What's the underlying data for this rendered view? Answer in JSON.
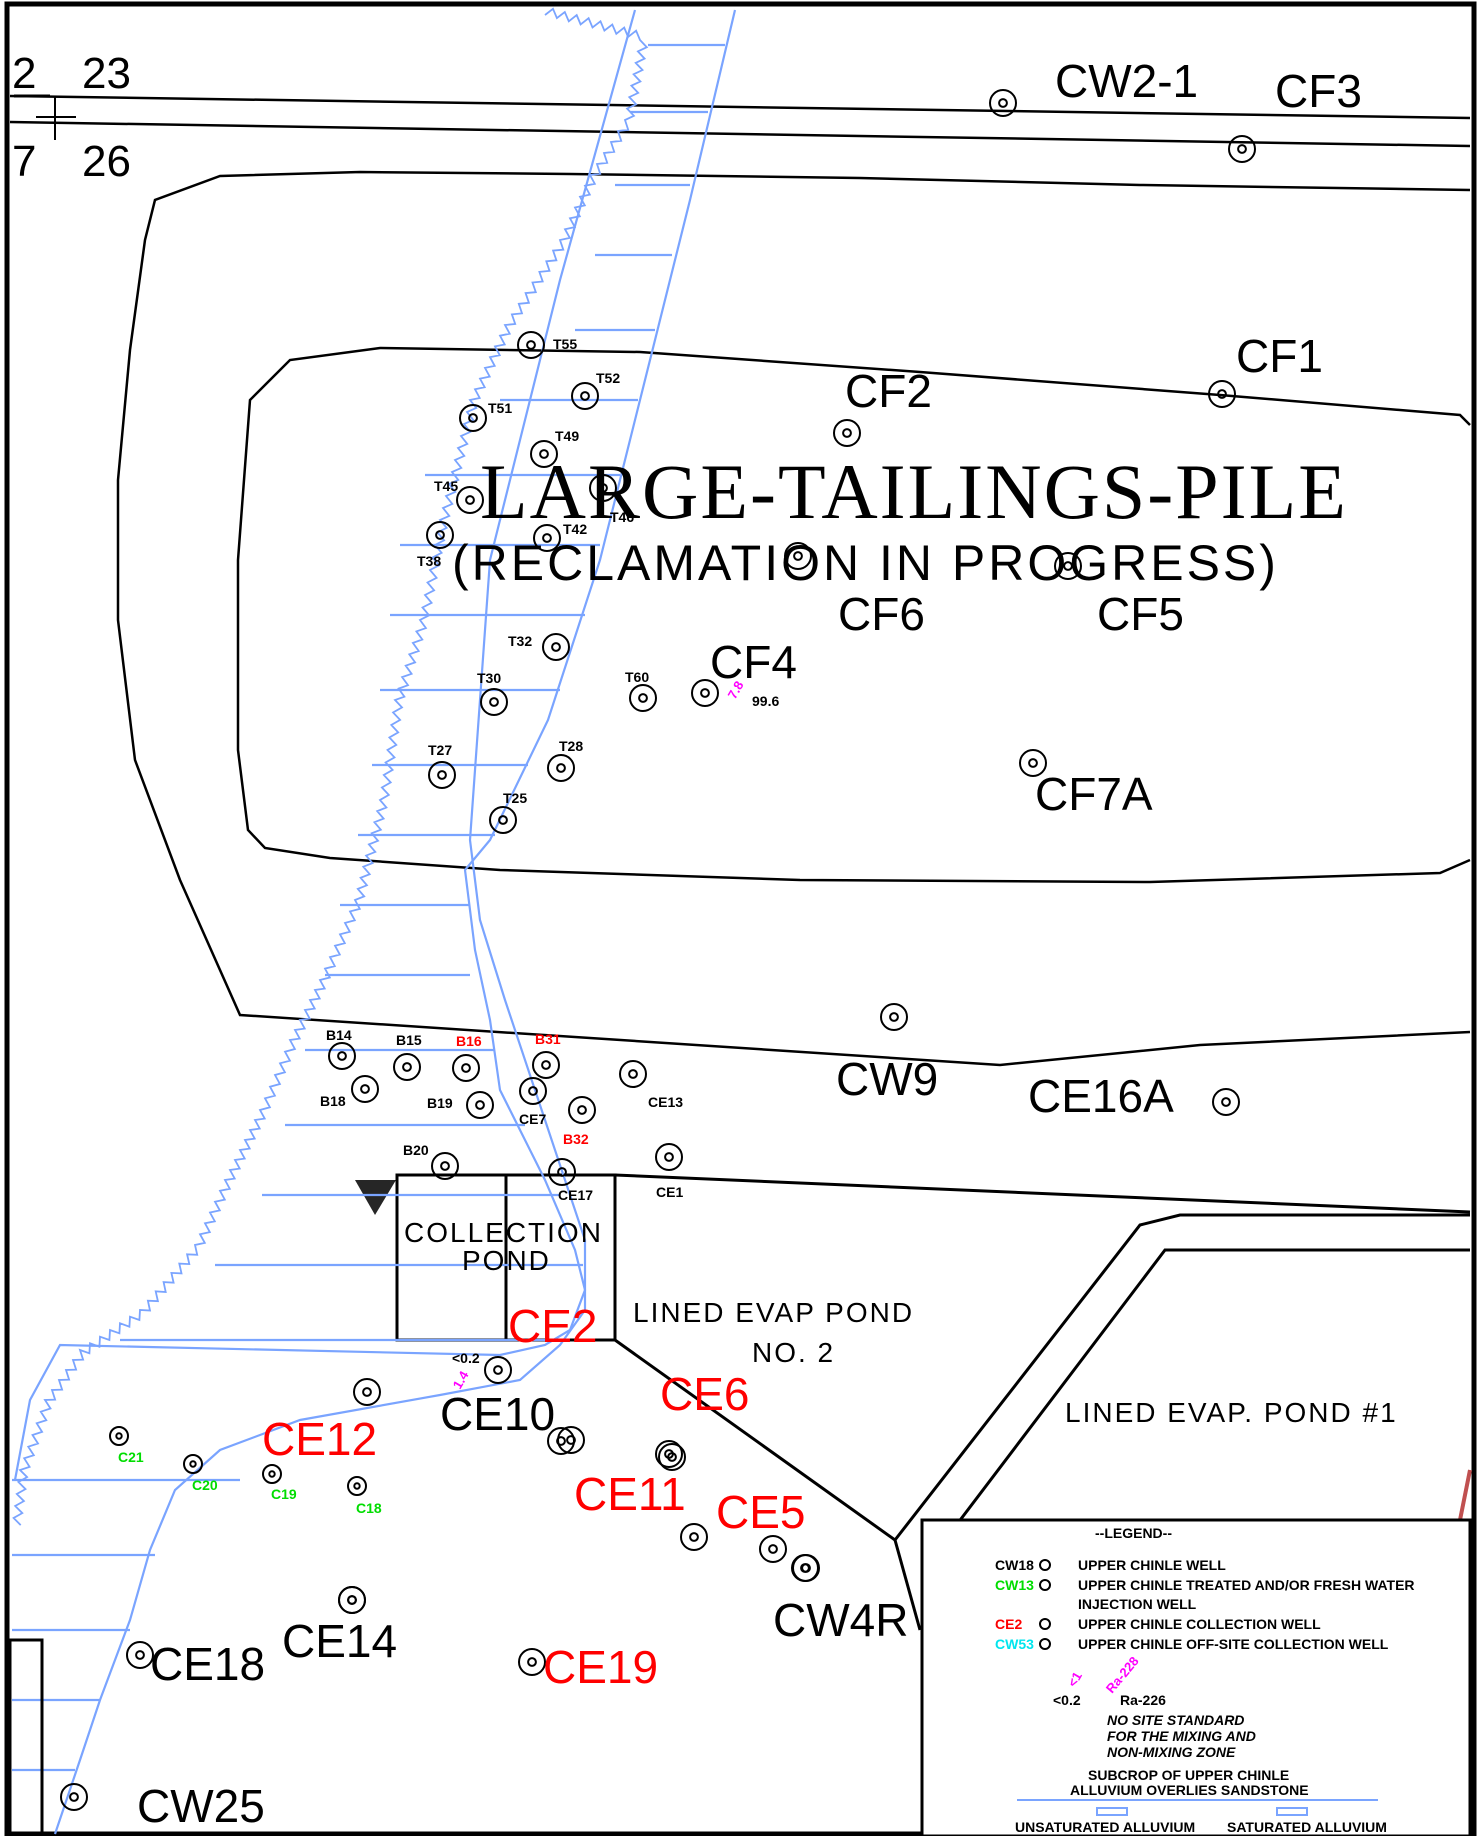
{
  "grid_labels": [
    "2",
    "23",
    "7",
    "26"
  ],
  "title": "LARGE-TAILINGS-PILE",
  "subtitle": "(RECLAMATION IN PROGRESS)",
  "ponds": {
    "collection_line1": "COLLECTION",
    "collection_line2": "POND",
    "evap2_line1": "LINED EVAP POND",
    "evap2_line2": "NO. 2",
    "evap1": "LINED EVAP. POND #1"
  },
  "colors": {
    "black": "#000000",
    "red": "#ff0000",
    "green": "#00dd00",
    "cyan": "#00e5ee",
    "magenta": "#ff00ff",
    "blue_line": "#7aa4ff"
  },
  "wells_large": [
    {
      "id": "CW2-1",
      "color": "black"
    },
    {
      "id": "CF3",
      "color": "black"
    },
    {
      "id": "CF1",
      "color": "black"
    },
    {
      "id": "CF2",
      "color": "black"
    },
    {
      "id": "CF6",
      "color": "black"
    },
    {
      "id": "CF5",
      "color": "black"
    },
    {
      "id": "CF4",
      "color": "black"
    },
    {
      "id": "CF7A",
      "color": "black"
    },
    {
      "id": "CW9",
      "color": "black"
    },
    {
      "id": "CE16A",
      "color": "black"
    },
    {
      "id": "CE2",
      "color": "red"
    },
    {
      "id": "CE6",
      "color": "red"
    },
    {
      "id": "CE10",
      "color": "black"
    },
    {
      "id": "CE12",
      "color": "red"
    },
    {
      "id": "CE11",
      "color": "red"
    },
    {
      "id": "CE5",
      "color": "red"
    },
    {
      "id": "CW4R",
      "color": "black"
    },
    {
      "id": "CE18",
      "color": "black"
    },
    {
      "id": "CE14",
      "color": "black"
    },
    {
      "id": "CE19",
      "color": "red"
    },
    {
      "id": "CW25",
      "color": "black"
    }
  ],
  "wells_small": [
    {
      "id": "T55",
      "color": "black"
    },
    {
      "id": "T52",
      "color": "black"
    },
    {
      "id": "T51",
      "color": "black"
    },
    {
      "id": "T49",
      "color": "black"
    },
    {
      "id": "T45",
      "color": "black"
    },
    {
      "id": "T46",
      "color": "black"
    },
    {
      "id": "T42",
      "color": "black"
    },
    {
      "id": "T38",
      "color": "black"
    },
    {
      "id": "T32",
      "color": "black"
    },
    {
      "id": "T30",
      "color": "black"
    },
    {
      "id": "T60",
      "color": "black"
    },
    {
      "id": "T27",
      "color": "black"
    },
    {
      "id": "T28",
      "color": "black"
    },
    {
      "id": "T25",
      "color": "black"
    },
    {
      "id": "B14",
      "color": "black"
    },
    {
      "id": "B15",
      "color": "black"
    },
    {
      "id": "B16",
      "color": "red"
    },
    {
      "id": "B31",
      "color": "red"
    },
    {
      "id": "B18",
      "color": "black"
    },
    {
      "id": "B19",
      "color": "black"
    },
    {
      "id": "CE7",
      "color": "black"
    },
    {
      "id": "B32",
      "color": "red"
    },
    {
      "id": "CE13",
      "color": "black"
    },
    {
      "id": "B20",
      "color": "black"
    },
    {
      "id": "CE17",
      "color": "black"
    },
    {
      "id": "CE1",
      "color": "black"
    },
    {
      "id": "C21",
      "color": "green"
    },
    {
      "id": "C20",
      "color": "green"
    },
    {
      "id": "C19",
      "color": "green"
    },
    {
      "id": "C18",
      "color": "green"
    }
  ],
  "annotations": {
    "cf4_ra": "7.8",
    "cf4_val": "99.6",
    "ce10_ra": "1.4",
    "ce10_val": "<0.2"
  },
  "legend": {
    "title": "--LEGEND--",
    "rows": [
      {
        "code": "CW18",
        "color": "black",
        "text": "UPPER CHINLE WELL"
      },
      {
        "code": "CW13",
        "color": "green",
        "text": "UPPER CHINLE TREATED AND/OR FRESH WATER"
      },
      {
        "code": "",
        "color": "black",
        "text": "INJECTION WELL"
      },
      {
        "code": "CE2",
        "color": "red",
        "text": "UPPER CHINLE COLLECTION WELL"
      },
      {
        "code": "CW53",
        "color": "cyan",
        "text": "UPPER CHINLE OFF-SITE COLLECTION WELL"
      }
    ],
    "sample_ra_val": "<1",
    "sample_ra_label": "Ra-228",
    "sample_val": "<0.2",
    "sample_label": "Ra-226",
    "note_lines": [
      "NO SITE STANDARD",
      "FOR THE MIXING AND",
      "NON-MIXING ZONE"
    ],
    "subcrop_line1": "SUBCROP OF UPPER CHINLE",
    "subcrop_line2": "ALLUVIUM OVERLIES SANDSTONE",
    "unsat": "UNSATURATED ALLUVIUM",
    "sat": "SATURATED ALLUVIUM"
  }
}
